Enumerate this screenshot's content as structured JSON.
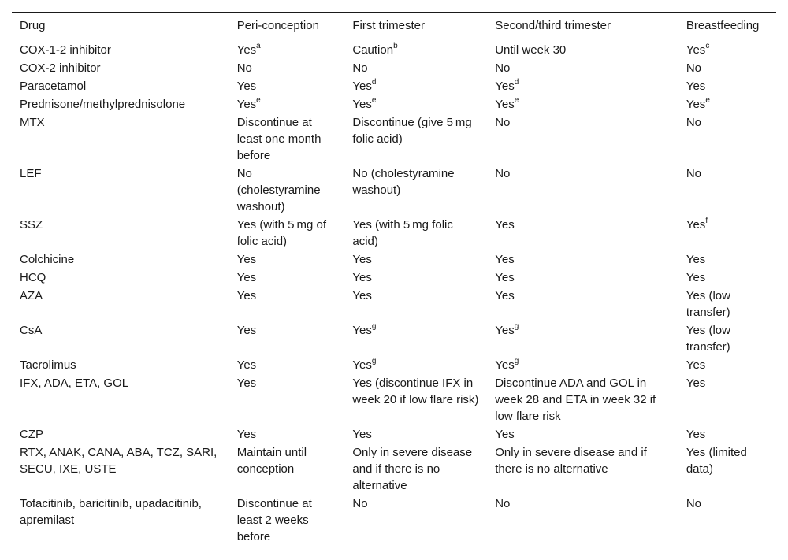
{
  "headers": [
    "Drug",
    "Peri-conception",
    "First trimester",
    "Second/third trimester",
    "Breastfeeding"
  ],
  "rows": [
    [
      {
        "t": "COX-1-2 inhibitor"
      },
      {
        "t": "Yes",
        "s": "a"
      },
      {
        "t": "Caution",
        "s": "b"
      },
      {
        "t": "Until week 30"
      },
      {
        "t": "Yes",
        "s": "c"
      }
    ],
    [
      {
        "t": "COX-2 inhibitor"
      },
      {
        "t": "No"
      },
      {
        "t": "No"
      },
      {
        "t": "No"
      },
      {
        "t": "No"
      }
    ],
    [
      {
        "t": "Paracetamol"
      },
      {
        "t": "Yes"
      },
      {
        "t": "Yes",
        "s": "d"
      },
      {
        "t": "Yes",
        "s": "d"
      },
      {
        "t": "Yes"
      }
    ],
    [
      {
        "t": "Prednisone/methylprednisolone"
      },
      {
        "t": "Yes",
        "s": "e"
      },
      {
        "t": "Yes",
        "s": "e"
      },
      {
        "t": "Yes",
        "s": "e"
      },
      {
        "t": "Yes",
        "s": "e"
      }
    ],
    [
      {
        "t": "MTX"
      },
      {
        "t": "Discontinue at least one month before"
      },
      {
        "t": "Discontinue (give 5 mg folic acid)"
      },
      {
        "t": "No"
      },
      {
        "t": "No"
      }
    ],
    [
      {
        "t": "LEF"
      },
      {
        "t": "No (cholestyramine washout)"
      },
      {
        "t": "No (cholestyramine washout)"
      },
      {
        "t": "No"
      },
      {
        "t": "No"
      }
    ],
    [
      {
        "t": "SSZ"
      },
      {
        "t": "Yes (with 5 mg of folic acid)"
      },
      {
        "t": "Yes (with 5 mg folic acid)"
      },
      {
        "t": "Yes"
      },
      {
        "t": "Yes",
        "s": "f"
      }
    ],
    [
      {
        "t": "Colchicine"
      },
      {
        "t": "Yes"
      },
      {
        "t": "Yes"
      },
      {
        "t": "Yes"
      },
      {
        "t": "Yes"
      }
    ],
    [
      {
        "t": "HCQ"
      },
      {
        "t": "Yes"
      },
      {
        "t": "Yes"
      },
      {
        "t": "Yes"
      },
      {
        "t": "Yes"
      }
    ],
    [
      {
        "t": "AZA"
      },
      {
        "t": "Yes"
      },
      {
        "t": "Yes"
      },
      {
        "t": "Yes"
      },
      {
        "t": "Yes (low transfer)"
      }
    ],
    [
      {
        "t": "CsA"
      },
      {
        "t": "Yes"
      },
      {
        "t": "Yes",
        "s": "g"
      },
      {
        "t": "Yes",
        "s": "g"
      },
      {
        "t": "Yes (low transfer)"
      }
    ],
    [
      {
        "t": "Tacrolimus"
      },
      {
        "t": "Yes"
      },
      {
        "t": "Yes",
        "s": "g"
      },
      {
        "t": "Yes",
        "s": "g"
      },
      {
        "t": "Yes"
      }
    ],
    [
      {
        "t": "IFX, ADA, ETA, GOL"
      },
      {
        "t": "Yes"
      },
      {
        "t": "Yes (discontinue IFX in week 20 if low flare risk)"
      },
      {
        "t": "Discontinue ADA and GOL in week 28 and ETA in week 32 if low flare risk"
      },
      {
        "t": "Yes"
      }
    ],
    [
      {
        "t": "CZP"
      },
      {
        "t": "Yes"
      },
      {
        "t": "Yes"
      },
      {
        "t": "Yes"
      },
      {
        "t": "Yes"
      }
    ],
    [
      {
        "t": "RTX, ANAK, CANA, ABA, TCZ, SARI, SECU, IXE, USTE"
      },
      {
        "t": "Maintain until conception"
      },
      {
        "t": "Only in severe disease and if there is no alternative"
      },
      {
        "t": "Only in severe disease and if there is no alternative"
      },
      {
        "t": "Yes (limited data)"
      }
    ],
    [
      {
        "t": "Tofacitinib, baricitinib, upadacitinib, apremilast"
      },
      {
        "t": "Discontinue at least 2 weeks before"
      },
      {
        "t": "No"
      },
      {
        "t": "No"
      },
      {
        "t": "No"
      }
    ]
  ]
}
